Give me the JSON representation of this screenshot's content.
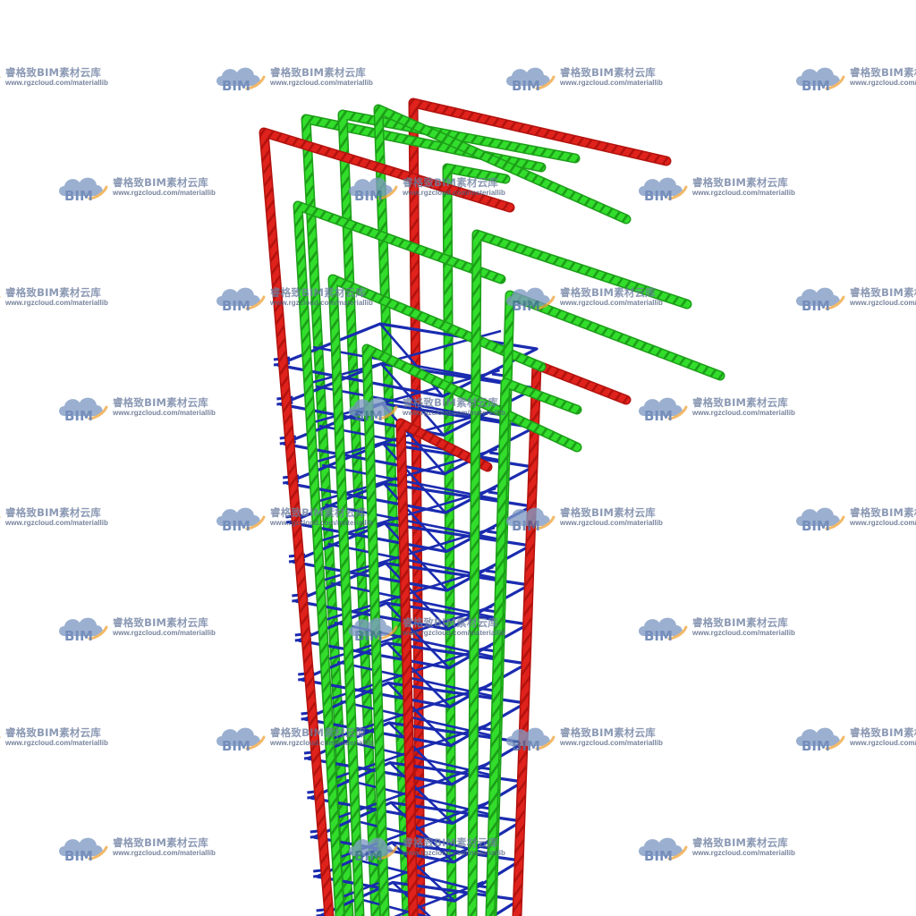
{
  "watermark": {
    "brand": "BIM",
    "name": "睿格致BIM素材云库",
    "url": "www.rgzcloud.com/materiallib"
  },
  "colors": {
    "background": "#ffffff",
    "corner_bar": "#e0221c",
    "corner_bar_rib": "#b3120e",
    "interior_bar": "#32dd2c",
    "interior_bar_rib": "#1c9e18",
    "stirrup": "#1a2bb0",
    "watermark_cloud": "#7f9ac4",
    "watermark_swoosh": "#f0a640"
  },
  "icons": [
    "cloud-logo-icon"
  ]
}
